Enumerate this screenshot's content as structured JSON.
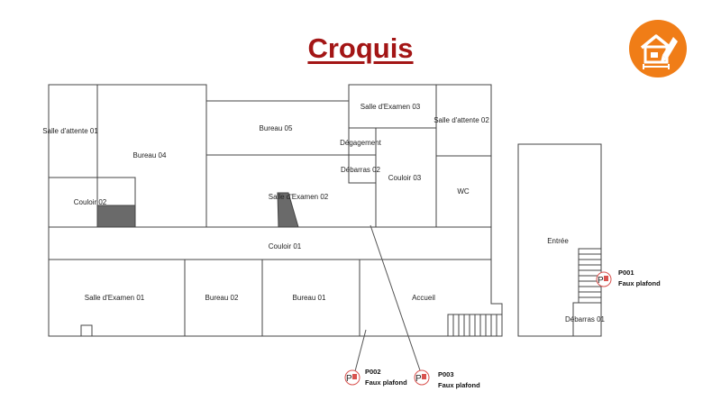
{
  "title": "Croquis",
  "colors": {
    "title": "#a31515",
    "logo": "#f07d17",
    "walls": "#444444",
    "fill_dark": "#6a6a6a",
    "pin": "#d9534f"
  },
  "logo": {
    "icon": "house-plan-icon"
  },
  "rooms": {
    "salle_attente_01": "Salle d'attente 01",
    "bureau_04": "Bureau 04",
    "couloir_02": "Couloir 02",
    "bureau_05": "Bureau 05",
    "salle_examen_02": "Salle d'Examen 02",
    "salle_examen_03": "Salle d'Examen 03",
    "degagement": "Dégagement",
    "debarras_02": "Débarras 02",
    "couloir_03": "Couloir 03",
    "salle_attente_02": "Salle d'attente 02",
    "wc": "WC",
    "couloir_01": "Couloir 01",
    "salle_examen_01": "Salle d'Examen 01",
    "bureau_02": "Bureau 02",
    "bureau_01": "Bureau 01",
    "accueil": "Accueil",
    "entree": "Entrée",
    "debarras_01": "Débarras 01"
  },
  "markers": [
    {
      "id": "P001",
      "desc": "Faux plafond"
    },
    {
      "id": "P002",
      "desc": "Faux plafond"
    },
    {
      "id": "P003",
      "desc": "Faux plafond"
    }
  ]
}
